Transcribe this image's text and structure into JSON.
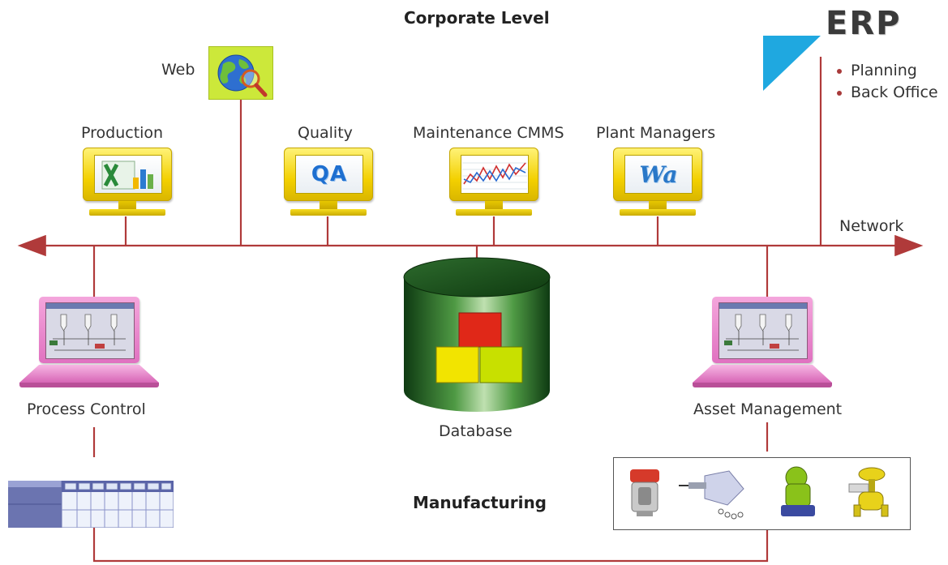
{
  "labels": {
    "corporate_level": "Corporate Level",
    "erp": "ERP",
    "erp_items": [
      "Planning",
      "Back Office"
    ],
    "web": "Web",
    "production": "Production",
    "quality": "Quality",
    "maintenance": "Maintenance CMMS",
    "plant_managers": "Plant Managers",
    "network": "Network",
    "database": "Database",
    "process_control": "Process Control",
    "asset_management": "Asset Management",
    "manufacturing": "Manufacturing"
  },
  "screen_text": {
    "quality": "QA",
    "plant_managers": "Wa"
  },
  "colors": {
    "line": "#b03a3a",
    "monitor": "#f2d200",
    "laptop": "#e88acb",
    "erp_triangle": "#1fa8e0",
    "database": "#2f7a2f"
  },
  "icons": {
    "web": "globe-magnifier-icon",
    "production": "excel-chart-icon",
    "quality": "qa-icon",
    "maintenance": "line-chart-icon",
    "plant_managers": "word-icon"
  }
}
